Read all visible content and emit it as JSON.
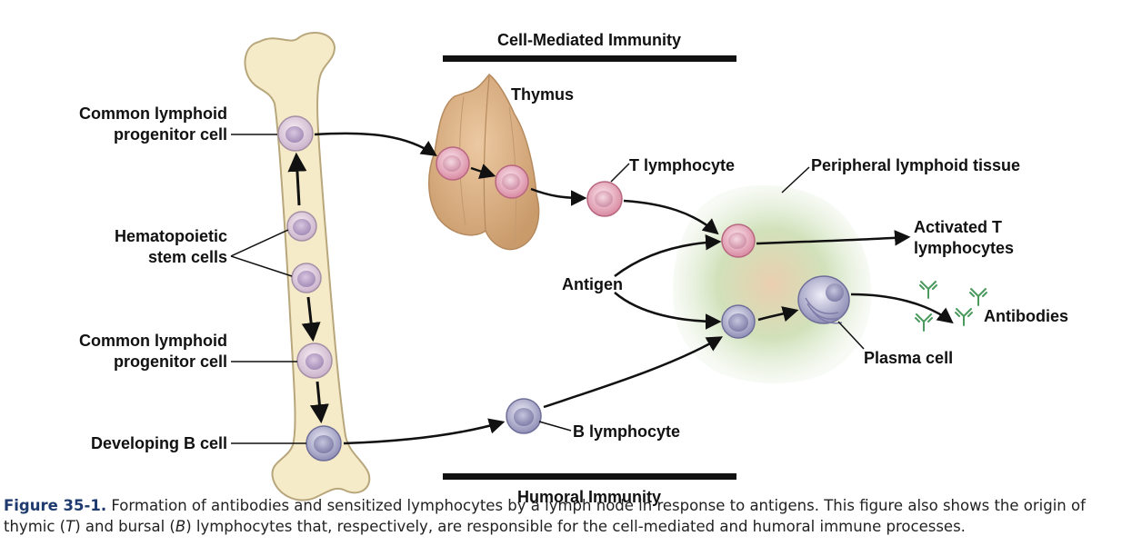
{
  "diagram": {
    "section_top": "Cell-Mediated Immunity",
    "section_bottom": "Humoral Immunity",
    "labels": {
      "clp_top_1": "Common lymphoid",
      "clp_top_2": "progenitor cell",
      "hsc_1": "Hematopoietic",
      "hsc_2": "stem cells",
      "clp_bottom_1": "Common lymphoid",
      "clp_bottom_2": "progenitor cell",
      "dev_b": "Developing B cell",
      "thymus": "Thymus",
      "t_lymph": "T lymphocyte",
      "peripheral": "Peripheral lymphoid tissue",
      "activated_1": "Activated T",
      "activated_2": "lymphocytes",
      "antigen": "Antigen",
      "antibodies": "Antibodies",
      "plasma": "Plasma cell",
      "b_lymph": "B lymphocyte"
    },
    "colors": {
      "bone": "#f6ebc8",
      "bone_outline": "#b8a77c",
      "thymus": "#dcb48c",
      "tissue": "#b9d6a8",
      "t_cell": "#e0a4b6",
      "b_cell": "#a9a8cc",
      "antibody": "#4a9a5e",
      "arrow": "#111111"
    }
  },
  "caption": {
    "figure_number": "Figure 35-1.",
    "line1": "Formation of antibodies and sensitized lymphocytes by a lymph node in response to antigens. This figure also shows the origin of",
    "line2_a": "thymic (",
    "line2_t": "T",
    "line2_b": ") and bursal (",
    "line2_bb": "B",
    "line2_c": ") lymphocytes that, respectively, are responsible for the cell-mediated and humoral immune processes."
  }
}
